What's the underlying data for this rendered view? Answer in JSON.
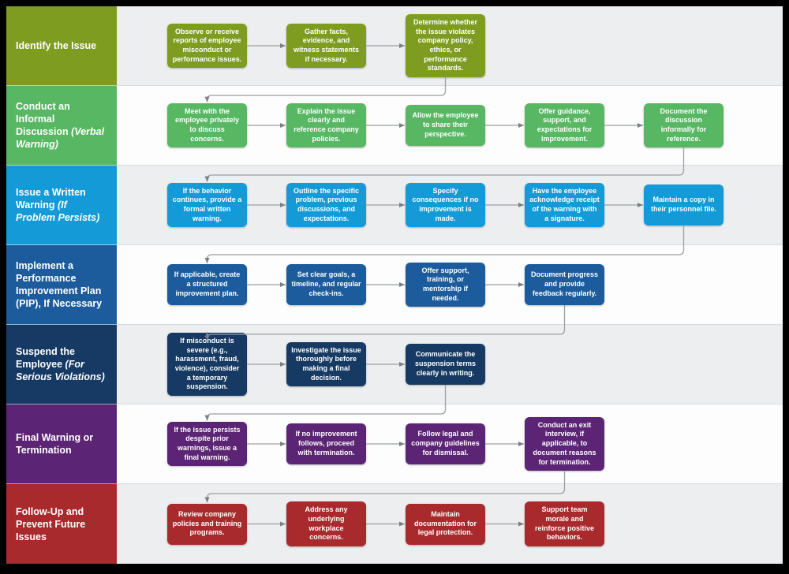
{
  "diagram": {
    "row_bg_odd": "#eceeef",
    "row_bg_even": "#fdfdfd",
    "divider_color": "#d8dbdd",
    "arrow_line_color": "#9aa0a4",
    "arrow_head_color": "#7a8084",
    "lanes": [
      {
        "label_main": "Identify the Issue",
        "label_italic": "",
        "color": "#7e9c20",
        "steps": [
          "Observe or receive reports of employee misconduct or performance issues.",
          "Gather facts, evidence, and witness statements if necessary.",
          "Determine whether the issue violates company policy, ethics, or performance standards."
        ]
      },
      {
        "label_main": "Conduct an Informal Discussion",
        "label_italic": "(Verbal Warning)",
        "color": "#57b763",
        "steps": [
          "Meet with the employee privately to discuss concerns.",
          "Explain the issue clearly and reference company policies.",
          "Allow the employee to share their perspective.",
          "Offer guidance, support, and expectations for improvement.",
          "Document the discussion informally for reference."
        ]
      },
      {
        "label_main": "Issue a Written Warning",
        "label_italic": "(If Problem Persists)",
        "color": "#149bd7",
        "steps": [
          "If the behavior continues, provide a formal written warning.",
          "Outline the specific problem, previous discussions, and expectations.",
          "Specify consequences if no improvement is made.",
          "Have the employee acknowledge receipt of the warning with a signature.",
          "Maintain a copy in their personnel file."
        ]
      },
      {
        "label_main": "Implement a Performance Improvement Plan (PIP), If Necessary",
        "label_italic": "",
        "color": "#1c5c9d",
        "steps": [
          "If applicable, create a structured improvement plan.",
          "Set clear goals, a timeline, and regular check-ins.",
          "Offer support, training, or mentorship if needed.",
          "Document progress and provide feedback regularly."
        ]
      },
      {
        "label_main": "Suspend the Employee",
        "label_italic": "(For Serious Violations)",
        "color": "#163a63",
        "steps": [
          "If misconduct is severe (e.g., harassment, fraud, violence), consider a temporary suspension.",
          "Investigate the issue thoroughly before making a final decision.",
          "Communicate the suspension terms clearly in writing."
        ]
      },
      {
        "label_main": "Final Warning or Termination",
        "label_italic": "",
        "color": "#5c2474",
        "steps": [
          "If the issue persists despite prior warnings, issue a final warning.",
          "If no improvement follows, proceed with termination.",
          "Follow legal and company guidelines for dismissal.",
          "Conduct an exit interview, if applicable, to document reasons for termination."
        ]
      },
      {
        "label_main": "Follow-Up and Prevent Future Issues",
        "label_italic": "",
        "color": "#a82a2d",
        "steps": [
          "Review company policies and training programs.",
          "Address any underlying workplace concerns.",
          "Maintain documentation for legal protection.",
          "Support team morale and reinforce positive behaviors."
        ]
      }
    ]
  }
}
